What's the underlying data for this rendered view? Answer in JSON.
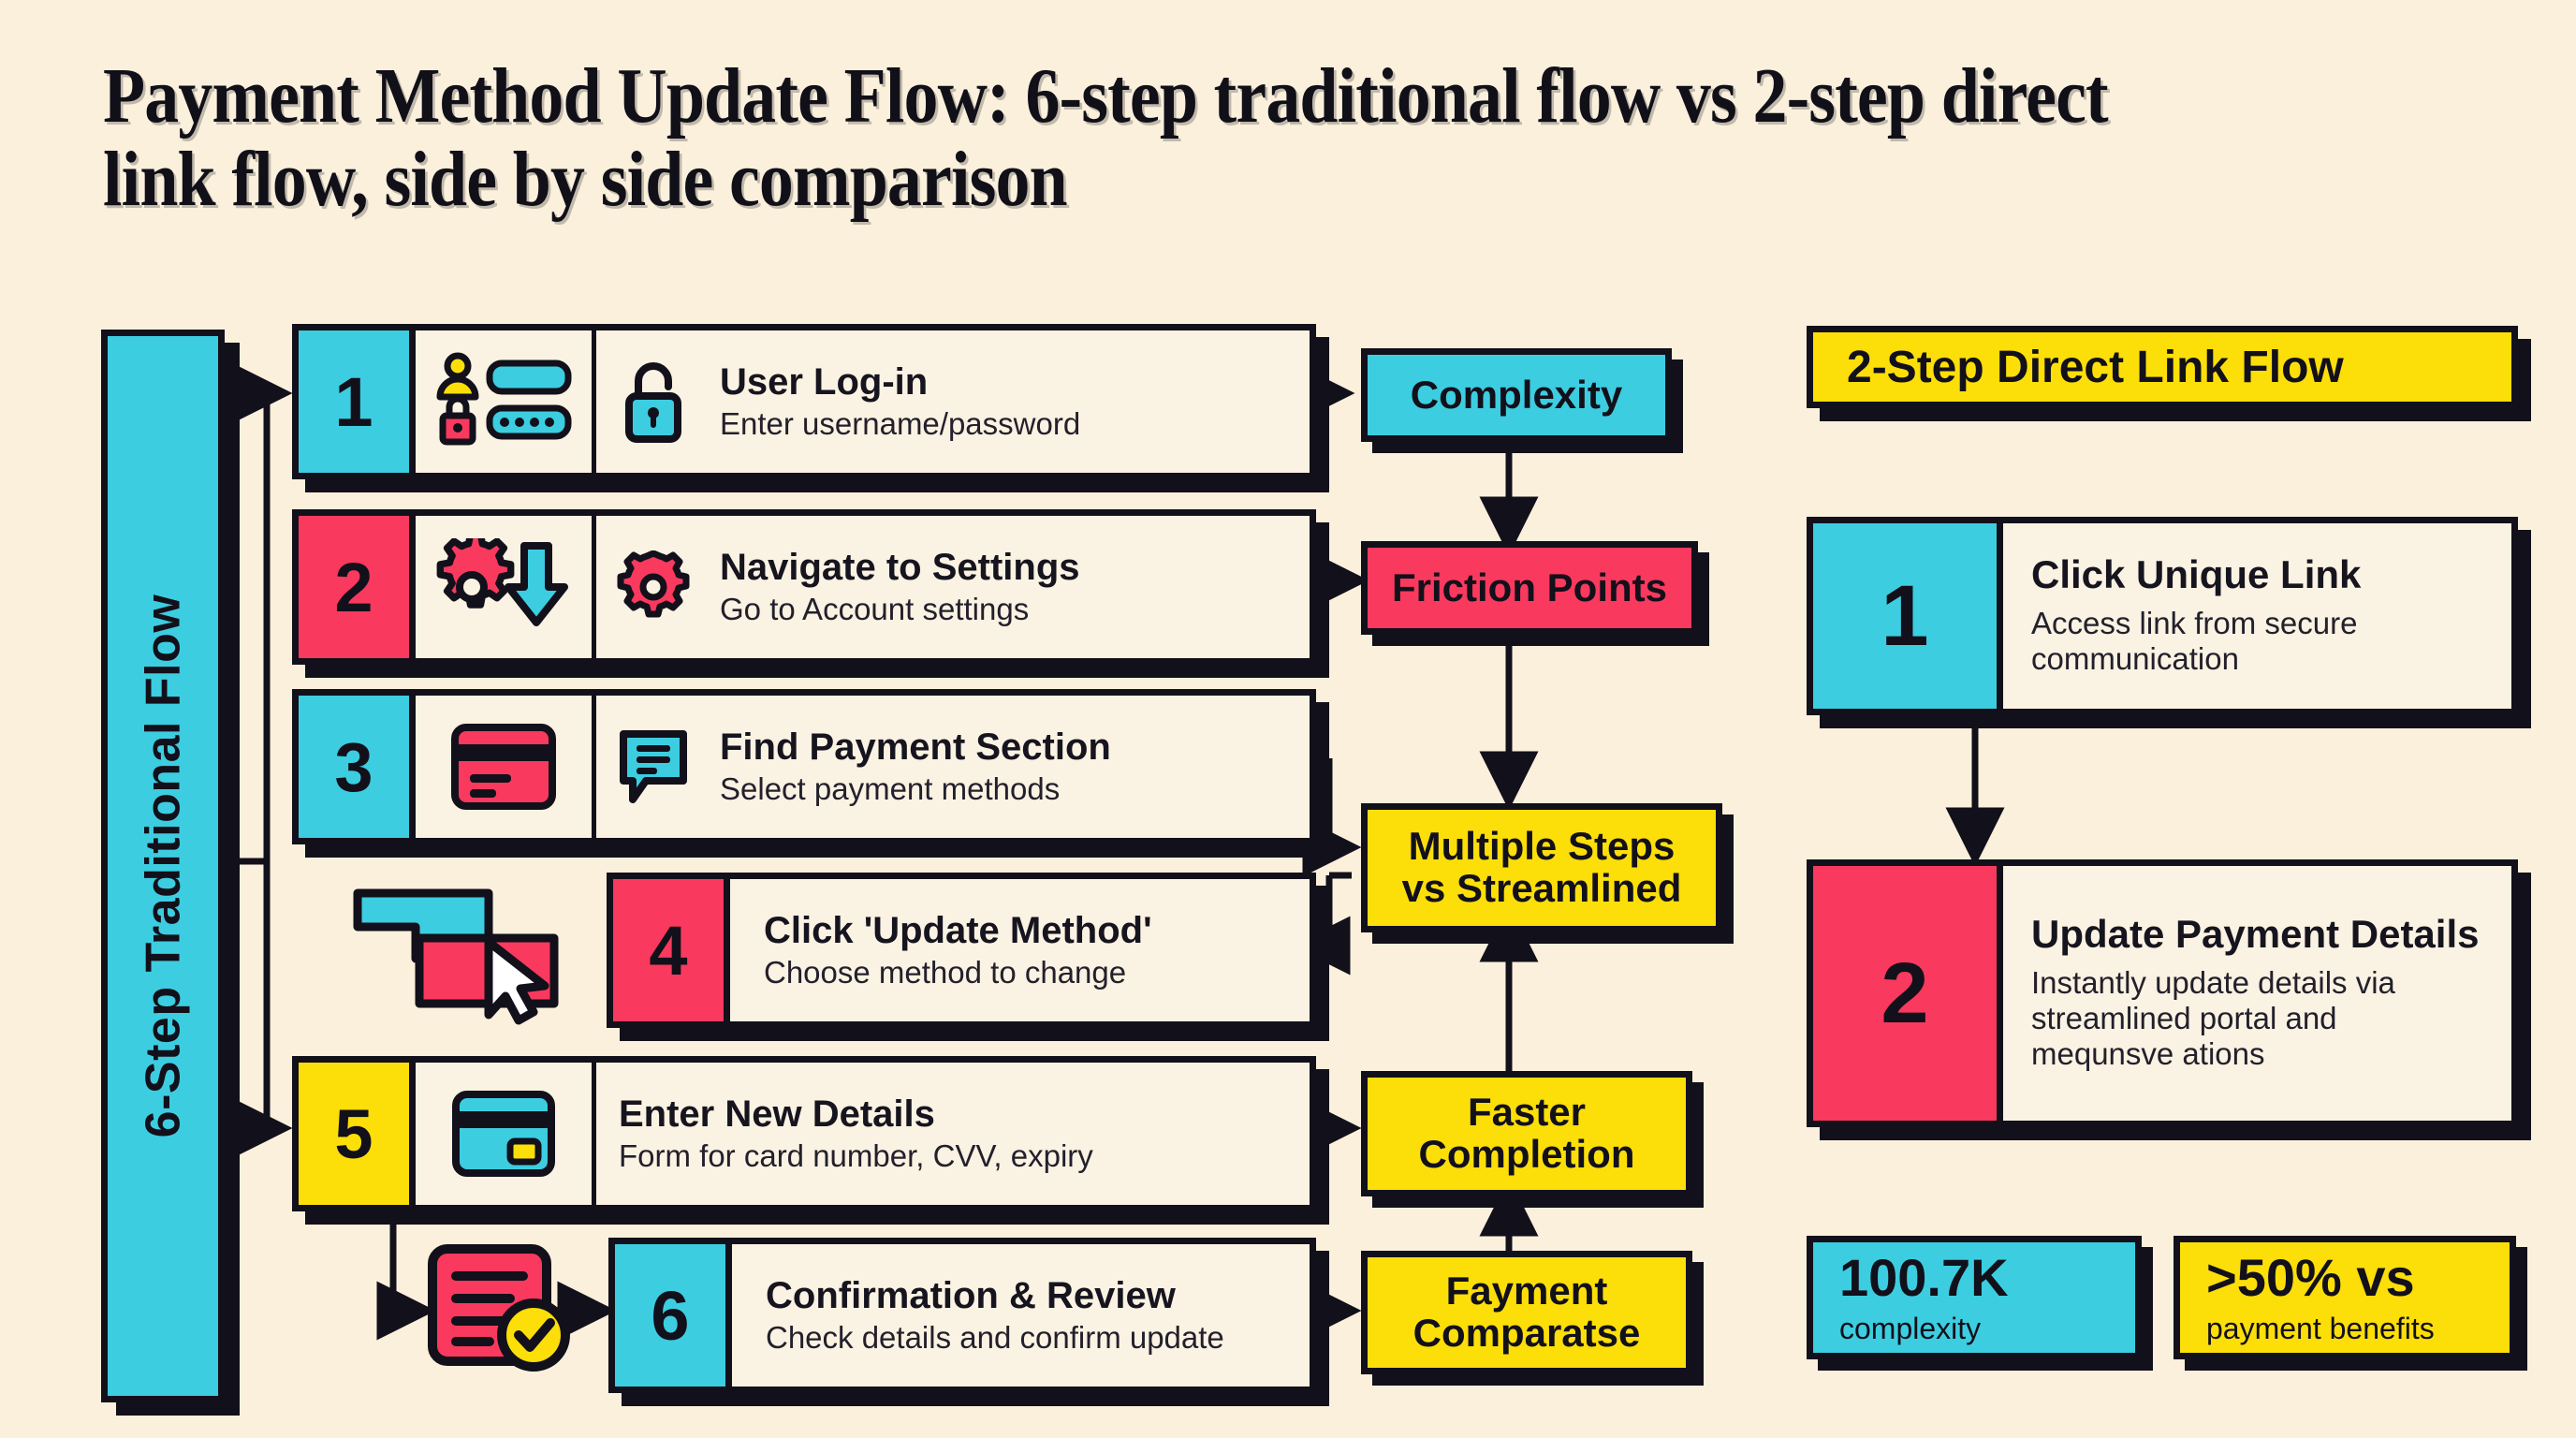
{
  "title": "Payment Method Update Flow: 6-step traditional flow vs 2-step direct link flow, side by side comparison",
  "colors": {
    "background": "#faf0dc",
    "cyan": "#3ccde0",
    "pink": "#f9395e",
    "yellow": "#fcde09",
    "ink": "#12101a",
    "card": "#faf2e2"
  },
  "left_flow": {
    "rail_label": "6-Step Traditional Flow",
    "steps": [
      {
        "number": "1",
        "title": "User Log-in",
        "subtitle": "Enter username/password",
        "accent": "#3ccde0",
        "icon": "login-form-icon",
        "lead_icon": "unlock-padlock-icon"
      },
      {
        "number": "2",
        "title": "Navigate to Settings",
        "subtitle": "Go to Account settings",
        "accent": "#f9395e",
        "icon": "gear-download-icon",
        "lead_icon": "gear-icon"
      },
      {
        "number": "3",
        "title": "Find Payment Section",
        "subtitle": "Select payment methods",
        "accent": "#3ccde0",
        "icon": "credit-card-icon",
        "lead_icon": "speech-bubble-list-icon"
      },
      {
        "number": "4",
        "title": "Click 'Update Method'",
        "subtitle": "Choose method to change",
        "accent": "#f9395e",
        "icon": "",
        "lead_icon": "",
        "outside_icon": "windows-cursor-click-icon"
      },
      {
        "number": "5",
        "title": "Enter New Details",
        "subtitle": "Form for card number, CVV, expiry",
        "accent": "#fcde09",
        "icon": "payment-card-icon",
        "lead_icon": ""
      },
      {
        "number": "6",
        "title": "Confirmation & Review",
        "subtitle": "Check details and confirm update",
        "accent": "#3ccde0",
        "icon": "",
        "lead_icon": "",
        "outside_icon": "document-check-icon"
      }
    ]
  },
  "middle_callouts": [
    {
      "label": "Complexity",
      "fill": "#3ccde0"
    },
    {
      "label": "Friction Points",
      "fill": "#f9395e"
    },
    {
      "label": "Multiple Steps\nvs Streamlined",
      "fill": "#fcde09"
    },
    {
      "label": "Faster\nCompletion",
      "fill": "#fcde09"
    },
    {
      "label": "Fayment\nComparatse",
      "fill": "#fcde09"
    }
  ],
  "right_flow": {
    "header": "2-Step Direct Link Flow",
    "steps": [
      {
        "number": "1",
        "title": "Click Unique Link",
        "subtitle": "Access link from secure communication",
        "accent": "#3ccde0"
      },
      {
        "number": "2",
        "title": "Update Payment Details",
        "subtitle": "Instantly update details via streamlined portal and mequnsve ations",
        "accent": "#f9395e"
      }
    ]
  },
  "stats": [
    {
      "value": "100.7K",
      "label": "complexity",
      "fill": "#3ccde0"
    },
    {
      "value": ">50% vs",
      "label": "payment benefits",
      "fill": "#fcde09"
    }
  ]
}
